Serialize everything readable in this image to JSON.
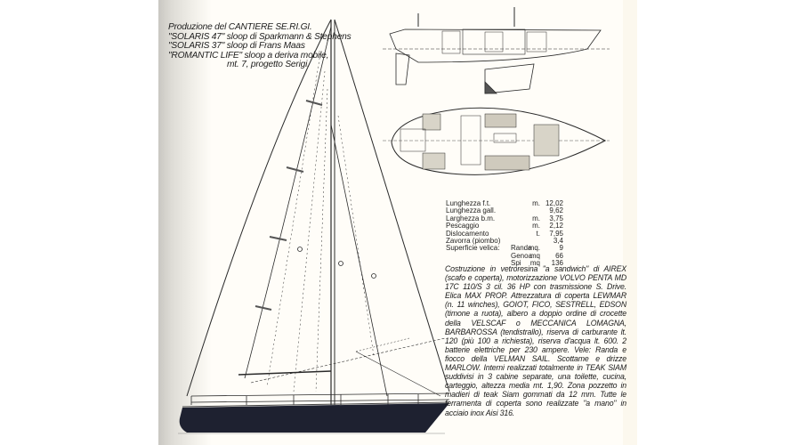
{
  "caption": {
    "lines": [
      "Produzione del CANTIERE SE.RI.GI.",
      "\"SOLARIS 47\" sloop di Sparkmann & Stephens",
      "\"SOLARIS 37\" sloop di Frans Maas",
      "\"ROMANTIC LIFE\" sloop a deriva mobile,",
      "mt. 7, progetto Serigi."
    ]
  },
  "specs": {
    "rows": [
      {
        "label": "Lunghezza f.t.",
        "unit": "m.",
        "value": "12,02"
      },
      {
        "label": "Lunghezza gall.",
        "unit": "",
        "value": "9,62"
      },
      {
        "label": "Larghezza b.m.",
        "unit": "m.",
        "value": "3,75"
      },
      {
        "label": "Pescaggio",
        "unit": "m.",
        "value": "2,12"
      },
      {
        "label": "Dislocamento",
        "unit": "t.",
        "value": "7,95"
      },
      {
        "label": "Zavorra (piombo)",
        "unit": "",
        "value": "3,4"
      }
    ],
    "sail_area": {
      "label": "Superficie velica:",
      "rows": [
        {
          "sail": "Randa",
          "unit": "mq.",
          "value": "9"
        },
        {
          "sail": "Genoa",
          "unit": "mq",
          "value": "66"
        },
        {
          "sail": "Spi",
          "unit": "mq",
          "value": "136"
        }
      ]
    }
  },
  "description": "Costruzione in vetroresina \"a sandwich\" di AIREX (scafo e coperta), motorizzazione VOLVO PENTA MD 17C 110/S 3 cil. 36 HP con trasmissione S. Drive. Elica MAX PROP. Attrezzatura di coperta LEWMAR (n. 11 winches), GOIOT, FICO, SESTRELL, EDSON (timone a ruota), albero a doppio ordine di crocette della VELSCAF o MECCANICA LOMAGNA, BARBAROSSA (tendistrallo), riserva di carburante lt. 120 (più 100 a richiesta), riserva d'acqua lt. 600. 2 batterie elettriche per 230 ampere. Vele: Randa e fiocco della VELMAN SAIL. Scottame e drizze MARLOW. Interni realizzati totalmente in TEAK SIAM suddivisi in 3 cabine separate, una toilette, cucina, carteggio, altezza media mt. 1,90. Zona pozzetto in madieri di teak Siam gommati da 12 mm. Tutte le ferramenta di coperta sono realizzate \"a mano\" in acciaio inox Aisi 316.",
  "colors": {
    "hull": "#1e2130",
    "ink": "#2a2a2a",
    "paper": "#fffdf8"
  }
}
